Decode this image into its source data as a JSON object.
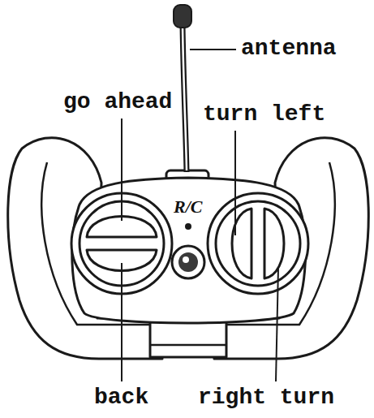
{
  "diagram": {
    "labels": [
      "antenna",
      "go ahead",
      "turn left",
      "R/C",
      "back",
      "right turn"
    ]
  }
}
